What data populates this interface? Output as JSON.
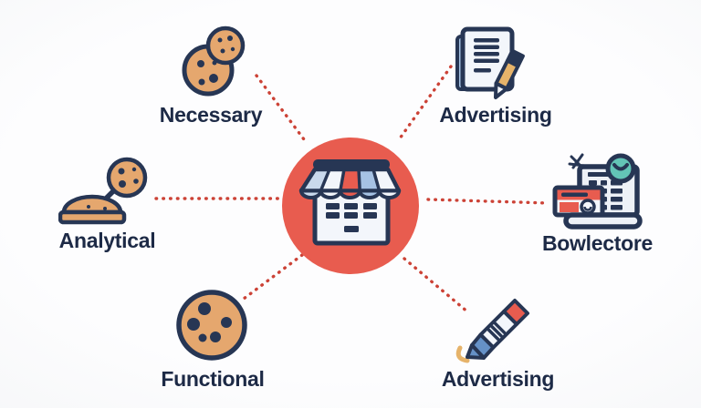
{
  "diagram_type": "hub-and-spoke",
  "hub": {
    "icon": "storefront-icon",
    "shape": "red-circle"
  },
  "nodes": [
    {
      "id": "necessary",
      "label": "Necessary",
      "icon": "cookies-pair-icon",
      "position": "top-left"
    },
    {
      "id": "advertising-top",
      "label": "Advertising",
      "icon": "document-pencil-icon",
      "position": "top-right"
    },
    {
      "id": "analytical",
      "label": "Analytical",
      "icon": "cookie-scoop-icon",
      "position": "left"
    },
    {
      "id": "bowlectore",
      "label": "Bowlectore",
      "icon": "laptop-checkout-icon",
      "position": "right"
    },
    {
      "id": "functional",
      "label": "Functional",
      "icon": "cookie-icon",
      "position": "bottom-left"
    },
    {
      "id": "advertising-bottom",
      "label": "Advertising",
      "icon": "marker-pen-icon",
      "position": "bottom-right"
    }
  ],
  "connections": [
    {
      "from": "hub",
      "to": "necessary",
      "style": "dotted"
    },
    {
      "from": "hub",
      "to": "advertising-top",
      "style": "dotted"
    },
    {
      "from": "hub",
      "to": "analytical",
      "style": "dotted"
    },
    {
      "from": "hub",
      "to": "bowlectore",
      "style": "dotted"
    },
    {
      "from": "hub",
      "to": "functional",
      "style": "dotted"
    },
    {
      "from": "hub",
      "to": "advertising-bottom",
      "style": "dotted"
    }
  ],
  "colors": {
    "ink": "#273654",
    "text": "#1d2a46",
    "cookie": "#e5a76e",
    "red": "#e85c4f",
    "dot": "#cc4236",
    "light-blue": "#a6c2e4",
    "pale-blue": "#c9d9ec",
    "paper": "#f3f6fb",
    "screen": "#edf1f7",
    "teal": "#63c4b6",
    "pencil": "#e6b36a",
    "marker-blue": "#6591c7"
  }
}
